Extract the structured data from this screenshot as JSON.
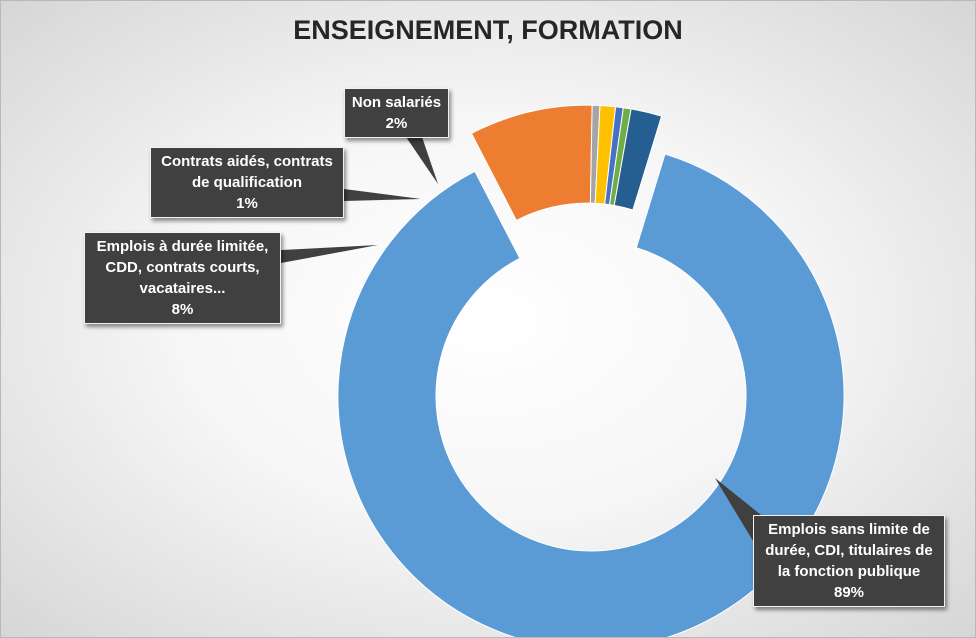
{
  "chart_data": {
    "type": "pie",
    "title": "ENSEIGNEMENT, FORMATION",
    "donut": true,
    "slices": [
      {
        "label": "Emplois sans limite de durée, CDI, titulaires de la fonction publique",
        "label_lines": [
          "Emplois sans limite de",
          "durée, CDI, titulaires de",
          "la fonction publique"
        ],
        "value": 89,
        "value_label": "89%",
        "color": "#5B9BD5",
        "exploded": false
      },
      {
        "label": "Emplois à durée limitée, CDD, contrats courts, vacataires...",
        "label_lines": [
          "Emplois à durée limitée,",
          "CDD, contrats courts,",
          "vacataires..."
        ],
        "value": 8,
        "value_label": "8%",
        "color": "#ED7D31",
        "exploded": true
      },
      {
        "label": "",
        "value": 0.5,
        "color": "#A5A5A5",
        "exploded": true
      },
      {
        "label": "Contrats aidés, contrats de qualification",
        "label_lines": [
          "Contrats aidés, contrats",
          "de qualification"
        ],
        "value": 1,
        "value_label": "1%",
        "color": "#FFC000",
        "exploded": true
      },
      {
        "label": "",
        "value": 0.5,
        "color": "#4472C4",
        "exploded": true
      },
      {
        "label": "",
        "value": 0.5,
        "color": "#70AD47",
        "exploded": true
      },
      {
        "label": "Non salariés",
        "label_lines": [
          "Non salariés"
        ],
        "value": 2,
        "value_label": "2%",
        "color": "#255E91",
        "exploded": true
      }
    ]
  }
}
